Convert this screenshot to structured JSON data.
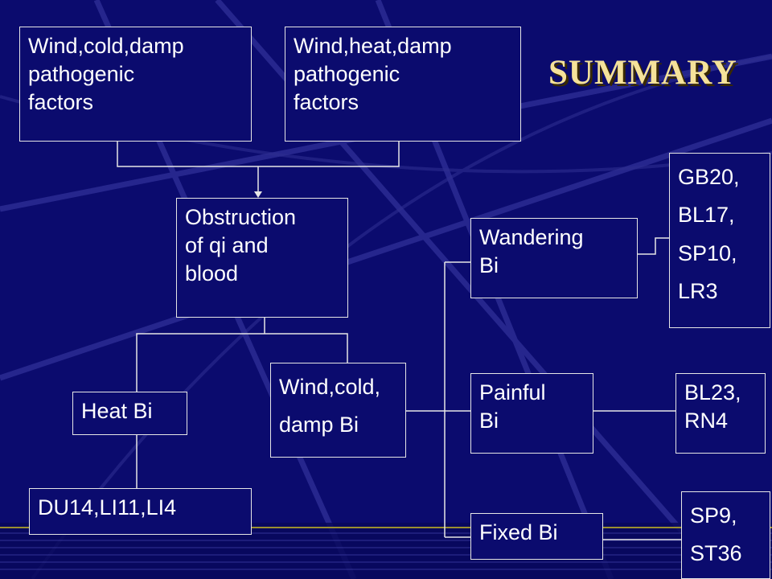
{
  "slide": {
    "title": "SUMMARY",
    "colors": {
      "background": "#0b0b6e",
      "text": "#ffffff",
      "line": "#e6e6e6",
      "title": "#f5e29a"
    }
  },
  "boxes": {
    "cold_factors": [
      "Wind,cold,damp",
      "pathogenic",
      "factors"
    ],
    "heat_factors": [
      "Wind,heat,damp",
      "pathogenic",
      "factors"
    ],
    "obstruction": [
      "Obstruction",
      "of qi and",
      "blood"
    ],
    "heat_bi": "Heat Bi",
    "heat_bi_points": "DU14,LI11,LI4",
    "wind_cold_damp_bi": [
      "Wind,cold,",
      "damp Bi"
    ],
    "wandering_bi": [
      "Wandering",
      "Bi"
    ],
    "wandering_points": [
      "GB20,",
      "BL17,",
      "SP10,",
      "LR3"
    ],
    "painful_bi": [
      "Painful",
      "Bi"
    ],
    "painful_points": [
      "BL23,",
      "RN4"
    ],
    "fixed_bi": "Fixed Bi",
    "fixed_points": [
      "SP9,",
      "ST36"
    ]
  }
}
